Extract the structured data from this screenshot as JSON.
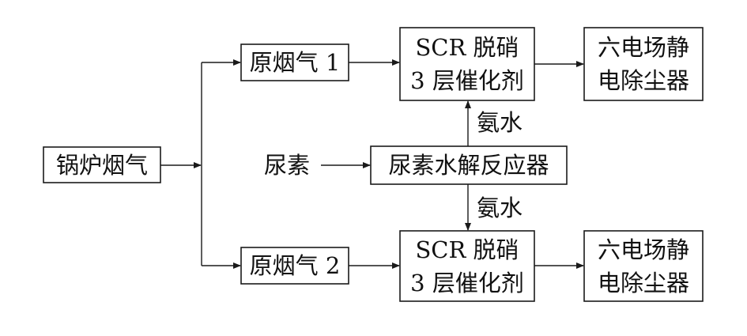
{
  "nodes": {
    "boiler_flue_gas": "锅炉烟气",
    "raw_flue_gas_1": "原烟气 1",
    "raw_flue_gas_2": "原烟气 2",
    "scr_1": {
      "line1": "SCR 脱硝",
      "line2": "3 层催化剂"
    },
    "scr_2": {
      "line1": "SCR 脱硝",
      "line2": "3 层催化剂"
    },
    "esp_1": {
      "line1": "六电场静",
      "line2": "电除尘器"
    },
    "esp_2": {
      "line1": "六电场静",
      "line2": "电除尘器"
    },
    "urea": "尿素",
    "urea_hydrolysis_reactor": "尿素水解反应器"
  },
  "edge_labels": {
    "ammonia_up": "氨水",
    "ammonia_down": "氨水"
  },
  "colors": {
    "stroke": "#1a1a1a",
    "text": "#111111",
    "background": "#ffffff"
  }
}
